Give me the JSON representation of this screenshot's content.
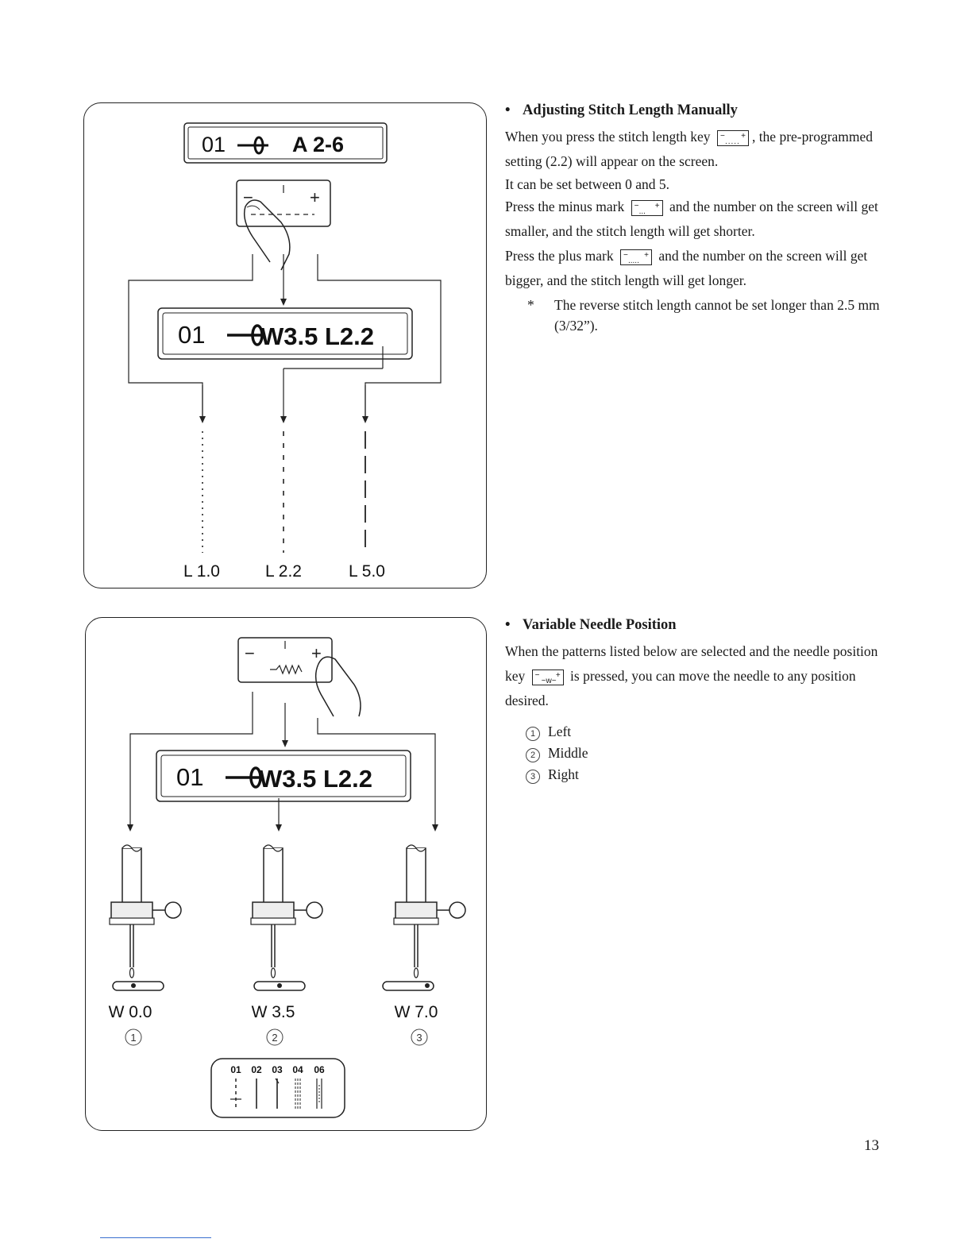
{
  "figure1": {
    "top_display": {
      "prefix": "01",
      "stitch": "A 2-6"
    },
    "key_minus": "−",
    "key_plus": "+",
    "main_display": {
      "prefix": "01",
      "value": "W3.5 L2.2"
    },
    "length_labels": [
      "L 1.0",
      "L 2.2",
      "L 5.0"
    ]
  },
  "figure2": {
    "key_minus": "−",
    "key_plus": "+",
    "main_display": {
      "prefix": "01",
      "value": "W3.5 L2.2"
    },
    "width_labels": [
      "W 0.0",
      "W 3.5",
      "W 7.0"
    ],
    "position_markers": [
      "1",
      "2",
      "3"
    ],
    "pattern_numbers": [
      "01",
      "02",
      "03",
      "04",
      "06"
    ]
  },
  "section1": {
    "bullet": "•",
    "title": "Adjusting Stitch Length Manually",
    "p1_a": "When you press the stitch length key",
    "p1_b": ", the pre-programmed setting (2.2) will appear on the screen.",
    "p2": "It can be set between 0 and 5.",
    "p3_a": "Press the minus mark",
    "p3_b": "and the number on the screen will get smaller, and the stitch length will get shorter.",
    "p4_a": "Press the plus mark",
    "p4_b": "and the number on the screen will get bigger, and the stitch length will get longer.",
    "note_mark": "*",
    "note": "The reverse stitch length cannot be set longer than 2.5 mm (3/32”)."
  },
  "section2": {
    "bullet": "•",
    "title": "Variable Needle Position",
    "p1_a": "When the patterns listed below are selected and the needle position key",
    "p1_b": "is pressed, you can move the needle to any position desired.",
    "options": [
      {
        "marker": "1",
        "label": "Left"
      },
      {
        "marker": "2",
        "label": "Middle"
      },
      {
        "marker": "3",
        "label": "Right"
      }
    ]
  },
  "page_number": "13"
}
